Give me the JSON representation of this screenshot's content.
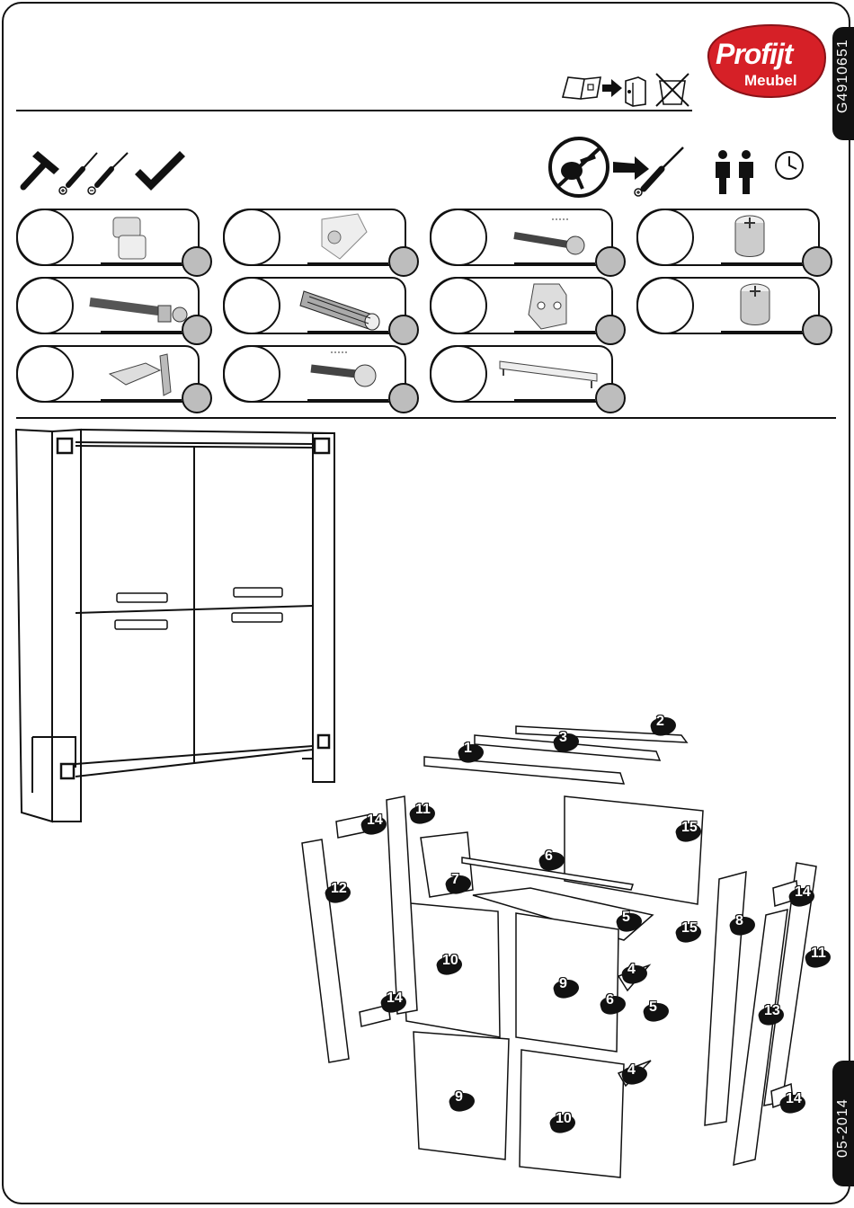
{
  "document": {
    "code": "G4910651",
    "date": "05-2014"
  },
  "brand": {
    "name": "Profijt",
    "sub": "Meubel",
    "color": "#d62027"
  },
  "icons": {
    "header": [
      "manual-icon",
      "arrow-icon",
      "binder-icon",
      "no-recycle-icon"
    ],
    "tools": [
      "hammer-icon",
      "phillips-screwdriver-icon",
      "flat-screwdriver-icon",
      "square-ruler-icon"
    ],
    "right": [
      "no-power-drill-icon",
      "arrow-icon",
      "phillips-screwdriver-icon",
      "two-persons-icon",
      "clock-icon"
    ]
  },
  "hardware": [
    {
      "icon": "dowel-connector-icon"
    },
    {
      "icon": "corner-bracket-icon"
    },
    {
      "icon": "wood-screw-icon"
    },
    {
      "icon": "cam-lock-icon"
    },
    {
      "icon": "cam-bolt-icon"
    },
    {
      "icon": "wood-dowel-icon"
    },
    {
      "icon": "hinge-plate-icon"
    },
    {
      "icon": "cam-lock-icon"
    },
    {
      "icon": "hinge-icon"
    },
    {
      "icon": "machine-screw-icon"
    },
    {
      "icon": "handle-icon"
    }
  ],
  "parts": [
    "1",
    "2",
    "3",
    "4",
    "5",
    "6",
    "7",
    "8",
    "9",
    "10",
    "11",
    "12",
    "13",
    "14",
    "15"
  ],
  "labels": {
    "p1": "1",
    "p2": "2",
    "p3": "3",
    "p14a": "14",
    "p11a": "11",
    "p15a": "15",
    "p6a": "6",
    "p12": "12",
    "p7": "7",
    "p5a": "5",
    "p8": "8",
    "p15b": "15",
    "p14b": "14",
    "p11b": "11",
    "p10a": "10",
    "p9a": "9",
    "p4a": "4",
    "p6b": "6",
    "p5b": "5",
    "p14c": "14",
    "p13": "13",
    "p4b": "4",
    "p9b": "9",
    "p10b": "10",
    "p14d": "14"
  }
}
